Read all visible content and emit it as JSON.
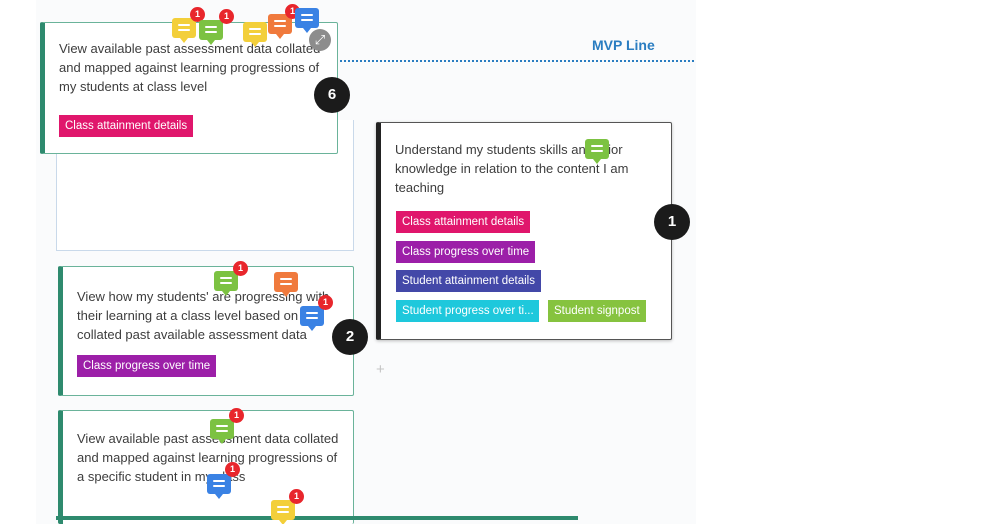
{
  "mvp": {
    "label": "MVP Line"
  },
  "cards": [
    {
      "text": "View available past assessment data collated and mapped against learning progressions of my students at class level",
      "badge": "6",
      "tags": [
        "Class attainment details"
      ],
      "expand_icon": "expand-arrows-icon"
    },
    {
      "text": "Understand my students skills and prior knowledge in relation to the content I am teaching",
      "badge": "1",
      "tags": [
        "Class attainment details",
        "Class progress over time",
        "Student attainment details",
        "Student progress over ti...",
        "Student signpost"
      ]
    },
    {
      "text": "View how my students' are progressing with their learning at a class level based on collated past available assessment data",
      "badge": "2",
      "tags": [
        "Class progress over time"
      ]
    },
    {
      "text": "View available past assessment data collated and mapped against learning progressions of a specific student in my class",
      "tags": []
    }
  ],
  "comment_counts": {
    "c1": "1",
    "c2": "1",
    "c3": "1",
    "c4": "1",
    "c5": "1",
    "c6": "1",
    "c7": "1"
  },
  "colors": {
    "pink": "#e0166c",
    "purple": "#9c1fa8",
    "indigo": "#4348a8",
    "cyan": "#1ec8dc",
    "lime": "#86c33f",
    "green_border": "#2e8a6e",
    "mvp_blue": "#2a7dc1"
  }
}
